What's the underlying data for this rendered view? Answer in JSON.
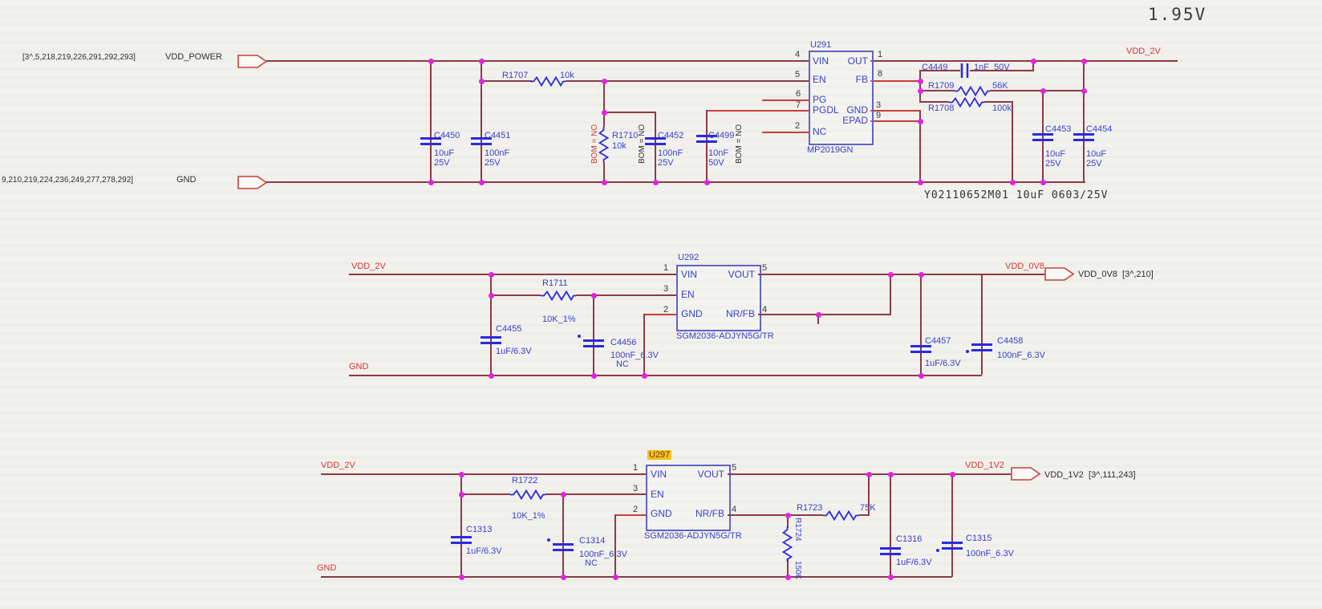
{
  "annotations": {
    "voltage": "1.95V",
    "part_note": "Y02110652M01 10uF 0603/25V"
  },
  "ports": {
    "vdd_power_refs": "[3^,5,218,219,226,291,292,293]",
    "vdd_power": "VDD_POWER",
    "gnd_refs": "9,210,219,224,236,249,277,278,292]",
    "gnd": "GND",
    "out_0v8": "VDD_0V8  [3^,210]",
    "out_1v2": "VDD_1V2  [3^,111,243]"
  },
  "nets": {
    "vdd_2v": "VDD_2V",
    "vdd_0v8": "VDD_0V8",
    "vdd_1v2": "VDD_1V2",
    "gnd": "GND"
  },
  "bom_no": "BOM = NO",
  "ics": {
    "u291": {
      "ref": "U291",
      "part": "MP2019GN",
      "left_pins": [
        {
          "n": "4",
          "name": "VIN"
        },
        {
          "n": "5",
          "name": "EN"
        },
        {
          "n": "6",
          "name": "PG"
        },
        {
          "n": "7",
          "name": "PGDL"
        },
        {
          "n": "2",
          "name": "NC"
        }
      ],
      "right_pins": [
        {
          "n": "1",
          "name": "OUT"
        },
        {
          "n": "8",
          "name": "FB"
        },
        {
          "n": "3",
          "name": "GND"
        },
        {
          "n": "9",
          "name": "EPAD"
        }
      ]
    },
    "u292": {
      "ref": "U292",
      "part": "SGM2036-ADJYN5G/TR",
      "left_pins": [
        {
          "n": "1",
          "name": "VIN"
        },
        {
          "n": "3",
          "name": "EN"
        },
        {
          "n": "2",
          "name": "GND"
        }
      ],
      "right_pins": [
        {
          "n": "5",
          "name": "VOUT"
        },
        {
          "n": "4",
          "name": "NR/FB"
        }
      ]
    },
    "u297": {
      "ref": "U297",
      "part": "SGM2036-ADJYN5G/TR",
      "left_pins": [
        {
          "n": "1",
          "name": "VIN"
        },
        {
          "n": "3",
          "name": "EN"
        },
        {
          "n": "2",
          "name": "GND"
        }
      ],
      "right_pins": [
        {
          "n": "5",
          "name": "VOUT"
        },
        {
          "n": "4",
          "name": "NR/FB"
        }
      ]
    }
  },
  "components": {
    "c4450": {
      "ref": "C4450",
      "v1": "10uF",
      "v2": "25V"
    },
    "c4451": {
      "ref": "C4451",
      "v1": "100nF",
      "v2": "25V"
    },
    "r1707": {
      "ref": "R1707",
      "val": "10k"
    },
    "r1710": {
      "ref": "R1710",
      "val": "10k"
    },
    "c4452": {
      "ref": "C4452",
      "v1": "100nF",
      "v2": "25V"
    },
    "c4499": {
      "ref": "C4499",
      "v1": "10nF",
      "v2": "50V"
    },
    "c4449": {
      "ref": "C4449",
      "val": "1nF  50V"
    },
    "r1709": {
      "ref": "R1709",
      "val": "56K"
    },
    "r1708": {
      "ref": "R1708",
      "val": "100k"
    },
    "c4453": {
      "ref": "C4453",
      "v1": "10uF",
      "v2": "25V"
    },
    "c4454": {
      "ref": "C4454",
      "v1": "10uF",
      "v2": "25V"
    },
    "r1711": {
      "ref": "R1711",
      "val": "10K_1%"
    },
    "c4455": {
      "ref": "C4455",
      "val": "1uF/6.3V"
    },
    "c4456": {
      "ref": "C4456",
      "v1": "100nF_6.3V",
      "v2": "NC"
    },
    "c4457": {
      "ref": "C4457",
      "val": "1uF/6.3V"
    },
    "c4458": {
      "ref": "C4458",
      "val": "100nF_6.3V"
    },
    "r1722": {
      "ref": "R1722",
      "val": "10K_1%"
    },
    "c1313": {
      "ref": "C1313",
      "val": "1uF/6.3V"
    },
    "c1314": {
      "ref": "C1314",
      "v1": "100nF_6.3V",
      "v2": "NC"
    },
    "r1723": {
      "ref": "R1723",
      "val": "75K"
    },
    "r1724": {
      "ref": "R1724",
      "val": "150K"
    },
    "c1316": {
      "ref": "C1316",
      "val": "1uF/6.3V"
    },
    "c1315": {
      "ref": "C1315",
      "val": "100nF_6.3V"
    }
  }
}
